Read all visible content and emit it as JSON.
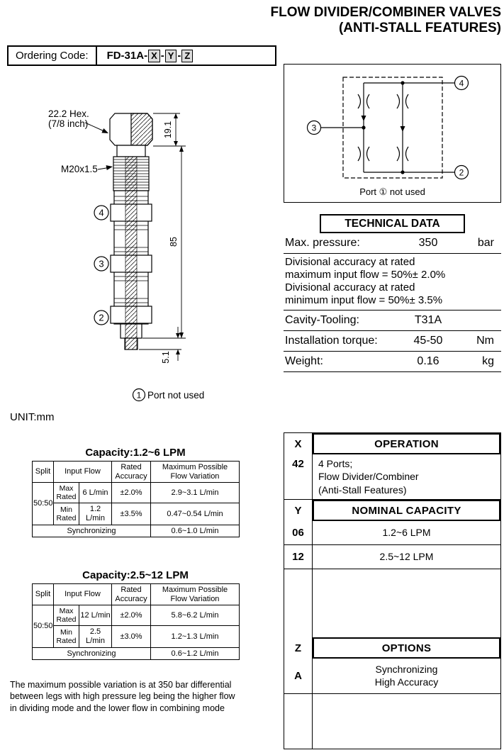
{
  "header": {
    "title_line1": "FLOW DIVIDER/COMBINER VALVES",
    "title_line2": "(ANTI-STALL FEATURES)"
  },
  "ordering": {
    "label": "Ordering Code:",
    "prefix": "FD-31A-",
    "x": "X",
    "y": "Y",
    "z": "Z",
    "sep": "-"
  },
  "drawing": {
    "hex_line1": "22.2 Hex.",
    "hex_line2": "(7/8 inch)",
    "thread": "M20x1.5",
    "dim_top": "19.1",
    "dim_body": "85",
    "dim_nose": "5.1",
    "port4": "4",
    "port3": "3",
    "port2": "2",
    "port1": "1",
    "port1_note": "Port not used",
    "unit": "UNIT:mm"
  },
  "schematic": {
    "port4": "4",
    "port3": "3",
    "port2": "2",
    "note": "Port ① not used"
  },
  "technical": {
    "title": "TECHNICAL DATA",
    "max_pressure_label": "Max. pressure:",
    "max_pressure_value": "350",
    "max_pressure_unit": "bar",
    "accuracy_text": "Divisional accuracy at rated\nmaximum input flow = 50%± 2.0%\nDivisional accuracy at rated\nminimum input flow = 50%± 3.5%",
    "cavity_label": "Cavity-Tooling:",
    "cavity_value": "T31A",
    "torque_label": "Installation torque:",
    "torque_value": "45-50",
    "torque_unit": "Nm",
    "weight_label": "Weight:",
    "weight_value": "0.16",
    "weight_unit": "kg"
  },
  "capacity1": {
    "title": "Capacity:1.2~6 LPM",
    "headers": {
      "split": "Split",
      "input_flow": "Input Flow",
      "accuracy": "Rated\nAccuracy",
      "variation": "Maximum Possible\nFlow Variation"
    },
    "split": "50:50",
    "rows": [
      {
        "rated": "Max\nRated",
        "flow": "6 L/min",
        "accuracy": "±2.0%",
        "variation": "2.9~3.1 L/min"
      },
      {
        "rated": "Min\nRated",
        "flow": "1.2 L/min",
        "accuracy": "±3.5%",
        "variation": "0.47~0.54 L/min"
      }
    ],
    "sync_label": "Synchronizing",
    "sync_value": "0.6~1.0 L/min"
  },
  "capacity2": {
    "title": "Capacity:2.5~12 LPM",
    "headers": {
      "split": "Split",
      "input_flow": "Input Flow",
      "accuracy": "Rated\nAccuracy",
      "variation": "Maximum Possible\nFlow Variation"
    },
    "split": "50:50",
    "rows": [
      {
        "rated": "Max\nRated",
        "flow": "12 L/min",
        "accuracy": "±2.0%",
        "variation": "5.8~6.2 L/min"
      },
      {
        "rated": "Min\nRated",
        "flow": "2.5 L/min",
        "accuracy": "±3.0%",
        "variation": "1.2~1.3 L/min"
      }
    ],
    "sync_label": "Synchronizing",
    "sync_value": "0.6~1.2 L/min"
  },
  "note": "The maximum possible variation is at 350 bar differential\nbetween legs with high pressure leg being the higher flow\nin dividing mode and the lower flow in combining mode",
  "codes": {
    "x": {
      "code": "X",
      "title": "OPERATION",
      "item_code": "42",
      "item_desc": "4 Ports;\nFlow Divider/Combiner\n(Anti-Stall Features)"
    },
    "y": {
      "code": "Y",
      "title": "NOMINAL CAPACITY",
      "items": [
        {
          "code": "06",
          "desc": "1.2~6 LPM"
        },
        {
          "code": "12",
          "desc": "2.5~12 LPM"
        }
      ]
    },
    "z": {
      "code": "Z",
      "title": "OPTIONS",
      "item_code": "A",
      "item_desc": "Synchronizing\nHigh Accuracy"
    }
  }
}
